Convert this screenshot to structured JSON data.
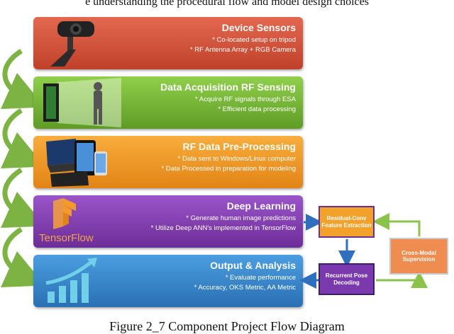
{
  "top_text": "e understanding the procedural flow and model design choices",
  "stages": [
    {
      "title": "Device Sensors",
      "bullets": [
        "* Co-located setup on tripod",
        "* RF Antenna Array + RGB Camera"
      ]
    },
    {
      "title": "Data Acquisition RF Sensing",
      "bullets": [
        "* Acquire RF signals through ESA",
        "* Efficient data processing"
      ]
    },
    {
      "title": "RF Data Pre-Processing",
      "bullets": [
        "* Data sent to Windows/Linux computer",
        "* Data Processed in preparation for modeling"
      ]
    },
    {
      "title": "Deep Learning",
      "bullets": [
        "* Generate human image predictions",
        "* Utilize Deep ANN's implemented in TensorFlow"
      ]
    },
    {
      "title": "Output & Analysis",
      "bullets": [
        "* Evaluate performance",
        "* Accuracy, OKS Metric, AA Metric"
      ]
    }
  ],
  "tensorflow_logo_text": "TensorFlow",
  "side_boxes": {
    "residual": "Residual-Conv Feature Extraction",
    "recurrent": "Recurrent Pose Decoding",
    "cross": "Cross-Modal Supervision"
  },
  "caption": "Figure 2_7 Component Project Flow Diagram",
  "colors": {
    "device": "#d4533b",
    "acquisition": "#78b83a",
    "preprocessing": "#f09a28",
    "deep_learning": "#8445b5",
    "output": "#3a8ad4",
    "loop_arrow": "#7cb342",
    "residual": "#f2a22b",
    "recurrent": "#7a3aae",
    "cross": "#ef8c4f"
  }
}
